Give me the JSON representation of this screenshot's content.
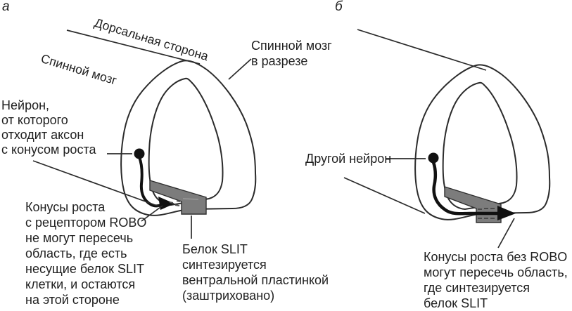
{
  "figure": {
    "description_language": "ru",
    "background": "#ffffff"
  },
  "colors": {
    "ink": "#1f1f1f",
    "outline": "#2b2b2b",
    "gray_band": "#818181",
    "gray_block": "#747474",
    "axon": "#111111",
    "background": "#ffffff"
  },
  "icons": {
    "neuron_soma": "neuron-soma-icon",
    "growth_cone_arrow": "growth-cone-arrowhead-icon"
  },
  "panel_a": {
    "letter": "а",
    "labels": {
      "dorsal_side": "Дорсальная сторона",
      "spinal_cord": "Спинной мозг",
      "cross_section": "Спинной мозг\nв разрезе",
      "neuron": "Нейрон,\nот которого\nотходит аксон\nс конусом роста",
      "robo_growth_cones": "Конусы роста\nс рецептором ROBO\nне могут пересечь\nобласть, где есть\nнесущие белок SLIT\nклетки, и остаются\nна этой стороне",
      "slit_protein": "Белок SLIT\nсинтезируется\nвентральной пластинкой\n(заштриховано)"
    }
  },
  "panel_b": {
    "letter": "б",
    "labels": {
      "other_neuron": "Другой нейрон",
      "no_robo_growth_cones": "Конусы роста без ROBO\nмогут пересечь область,\nгде синтезируется\nбелок SLIT"
    }
  }
}
